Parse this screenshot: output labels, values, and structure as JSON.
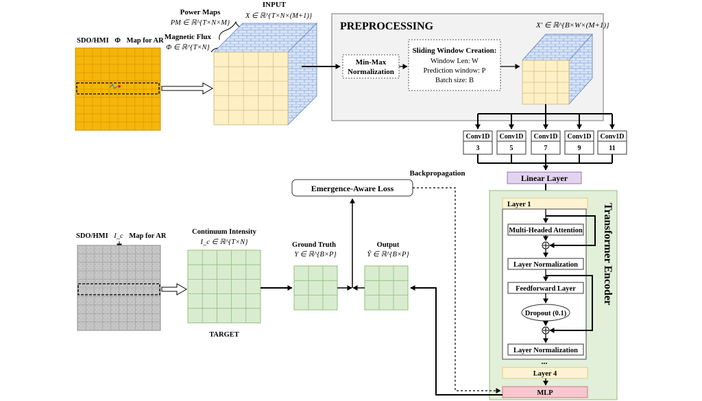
{
  "diagram": {
    "sdo_phi_label": "SDO/HMI",
    "phi_symbol": "Φ",
    "map_for_ar": "Map for AR",
    "power_maps_title": "Power Maps",
    "power_maps_math": "PM ∈ ℝ^{T×N×M}",
    "magnetic_flux_title": "Magnetic Flux",
    "magnetic_flux_math": "Φ ∈ ℝ^{T×N}",
    "input_title": "INPUT",
    "input_math": "X ∈ ℝ^{T×N×(M+1)}",
    "preprocessing_title": "PREPROCESSING",
    "minmax_line1": "Min-Max",
    "minmax_line2": "Normalization",
    "sliding_title": "Sliding Window Creation:",
    "sliding_len": "Window Len: W",
    "sliding_pred": "Prediction window: P",
    "sliding_batch": "Batch size: B",
    "xprime_math": "X′ ∈ ℝ^{B×W×(M+1)}",
    "conv_label": "Conv1D",
    "conv_kernels": [
      "3",
      "5",
      "7",
      "9",
      "11"
    ],
    "linear_layer": "Linear Layer",
    "transformer_encoder": "Transformer Encoder",
    "layer1": "Layer 1",
    "mha": "Multi-Headed Attention",
    "layer_norm": "Layer Normalization",
    "feedforward": "Feedforward Layer",
    "dropout": "Dropout (0.1)",
    "ellipsis": "...",
    "layer4": "Layer 4",
    "mlp": "MLP",
    "backprop": "Backpropagation",
    "loss": "Emergence-Aware Loss",
    "sdo_ic_label": "SDO/HMI",
    "ic_symbol": "I_c",
    "continuum_title": "Continuum Intensity",
    "continuum_math": "I_c ∈ ℝ^{T×N}",
    "target": "TARGET",
    "ground_truth_title": "Ground Truth",
    "ground_truth_math": "Y ∈ ℝ^{B×P}",
    "output_title": "Output",
    "output_math": "Ŷ ∈ ℝ^{B×P}"
  },
  "colors": {
    "orange": "#f5b50a",
    "yellow_face": "#fdf0c4",
    "blue_face": "#d6e4f7",
    "green_face": "#d9ecd0",
    "green_panel": "#e2efd9",
    "gray_panel": "#f2f2f2",
    "linear": "#e3d3ef",
    "mlp": "#f7c7cf",
    "layer_band": "#fdf3d2",
    "sdo_gray": "#c4c4c4"
  }
}
